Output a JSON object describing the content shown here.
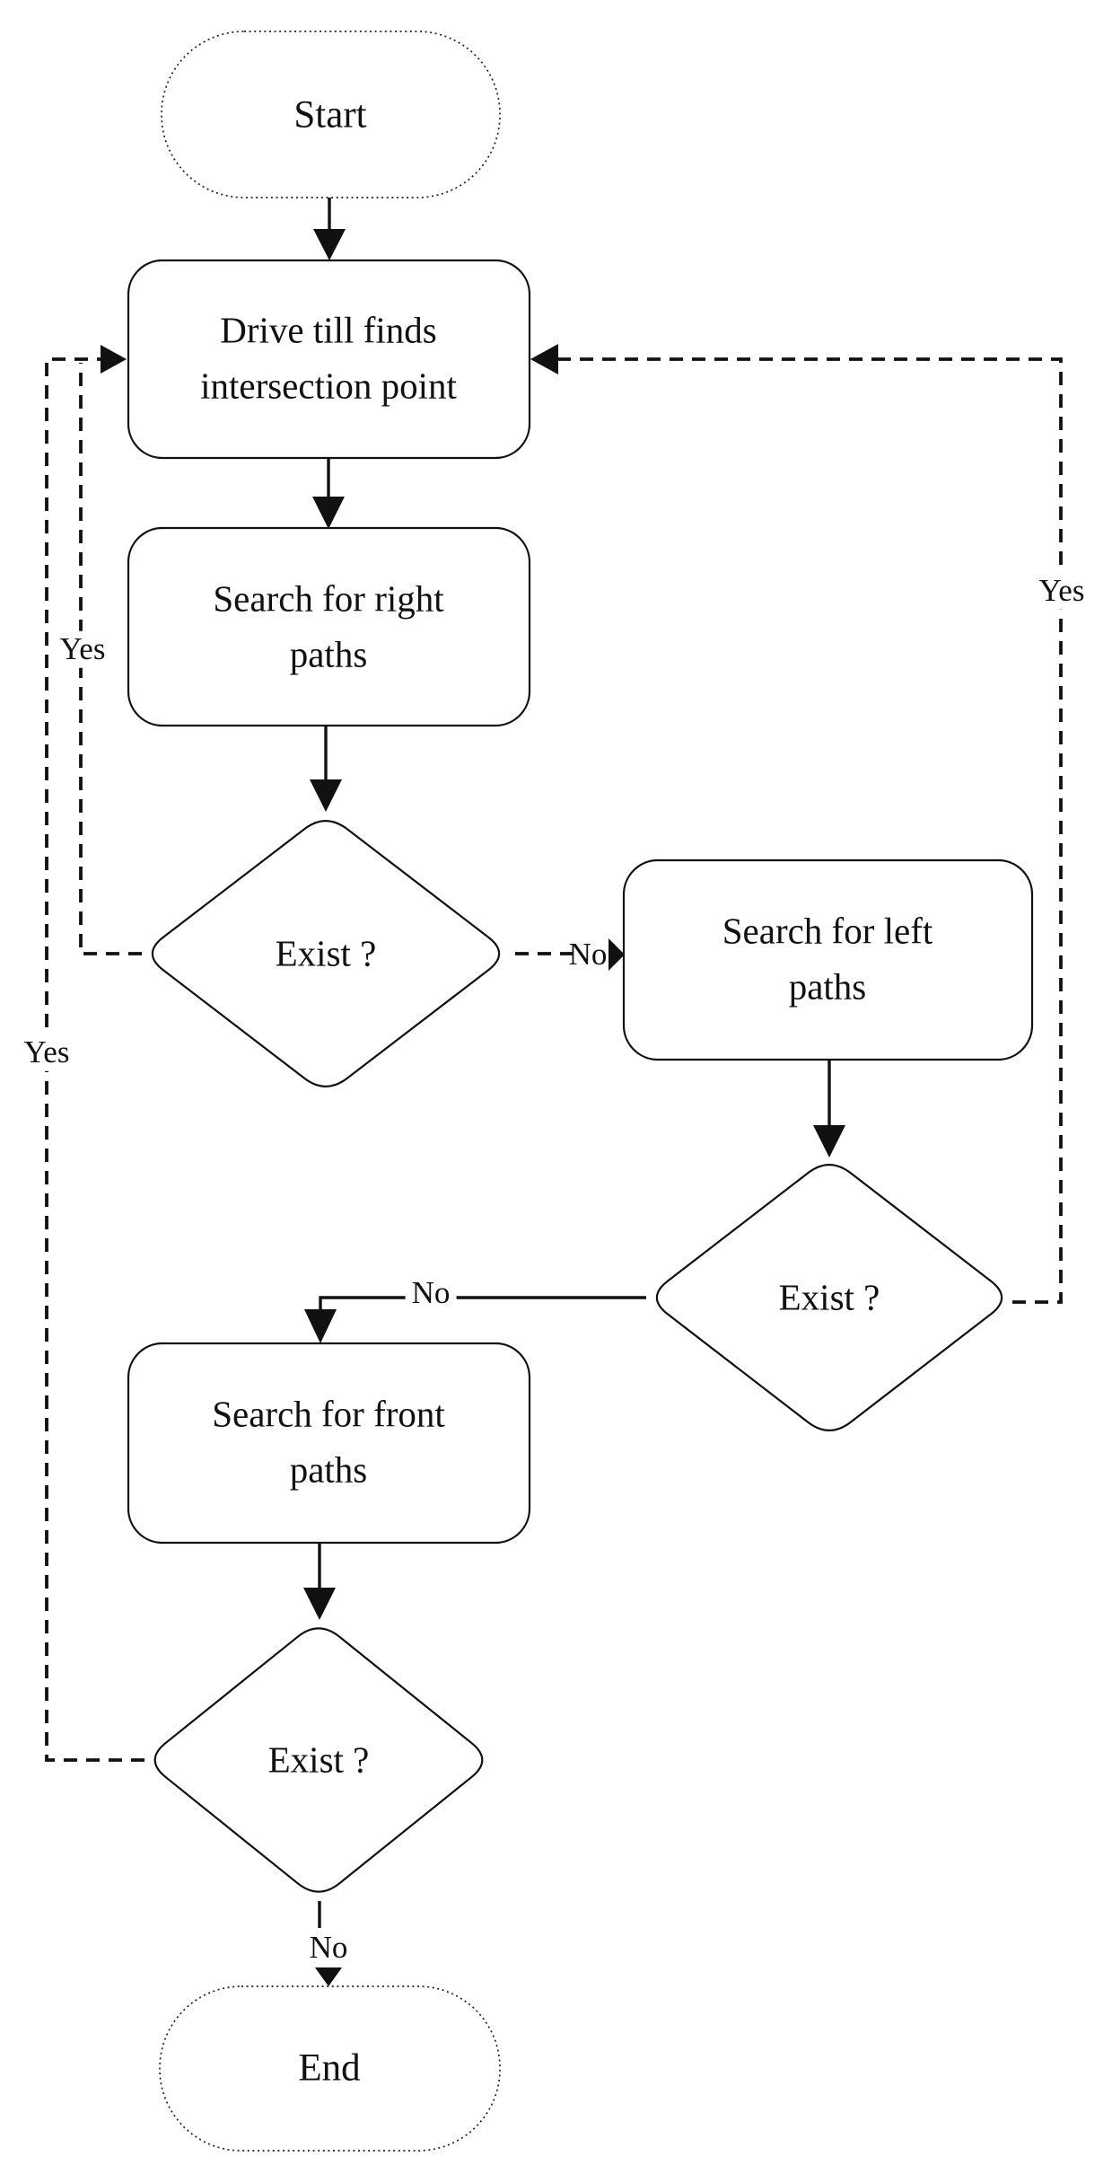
{
  "figure": {
    "type": "flowchart",
    "background": "#ffffff",
    "ink": "#111111",
    "description": "Maze/robot driving algorithm flowchart"
  },
  "nodes": {
    "start": {
      "type": "terminal",
      "label": "Start"
    },
    "drive": {
      "type": "process",
      "label": "Drive till finds\nintersection point"
    },
    "search_right": {
      "type": "process",
      "label": "Search for right\npaths"
    },
    "exist_right": {
      "type": "decision",
      "label": "Exist ?"
    },
    "search_left": {
      "type": "process",
      "label": "Search for left paths"
    },
    "exist_left": {
      "type": "decision",
      "label": "Exist ?"
    },
    "search_front": {
      "type": "process",
      "label": "Search for front\npaths"
    },
    "exist_front": {
      "type": "decision",
      "label": "Exist ?"
    },
    "end": {
      "type": "terminal",
      "label": "End"
    }
  },
  "edge_labels": {
    "no_exist_right_to_search_left": "No",
    "yes_exist_right_loop": "Yes",
    "yes_exist_left_loop": "Yes",
    "no_exist_left_to_search_front": "No",
    "yes_exist_front_loop": "Yes",
    "no_exist_front_to_end": "No"
  }
}
